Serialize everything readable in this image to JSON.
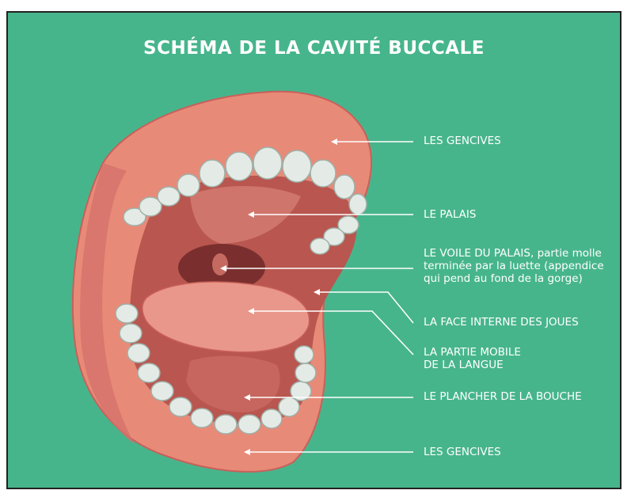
{
  "title": "SCHÉMA DE LA CAVITÉ BUCCALE",
  "labels": {
    "gencives_haut": "LES GENCIVES",
    "palais": "LE PALAIS",
    "voile_l1": "LE VOILE DU PALAIS, partie molle",
    "voile_l2": "terminée par la luette (appendice",
    "voile_l3": "qui pend au fond de la gorge)",
    "face_interne": "LA FACE INTERNE DES JOUES",
    "langue_l1": "LA PARTIE MOBILE",
    "langue_l2": "DE LA LANGUE",
    "plancher": "LE PLANCHER DE LA BOUCHE",
    "gencives_bas": "LES GENCIVES"
  },
  "colors": {
    "background": "#47b58c",
    "gum": "#e88a78",
    "gum_dark": "#c9605a",
    "cavity": "#b8564f",
    "throat": "#7a2f2e",
    "tongue": "#e9978a",
    "teeth": "#e4ebe6",
    "tooth_shadow": "#9fb0a8",
    "text": "#ffffff"
  }
}
